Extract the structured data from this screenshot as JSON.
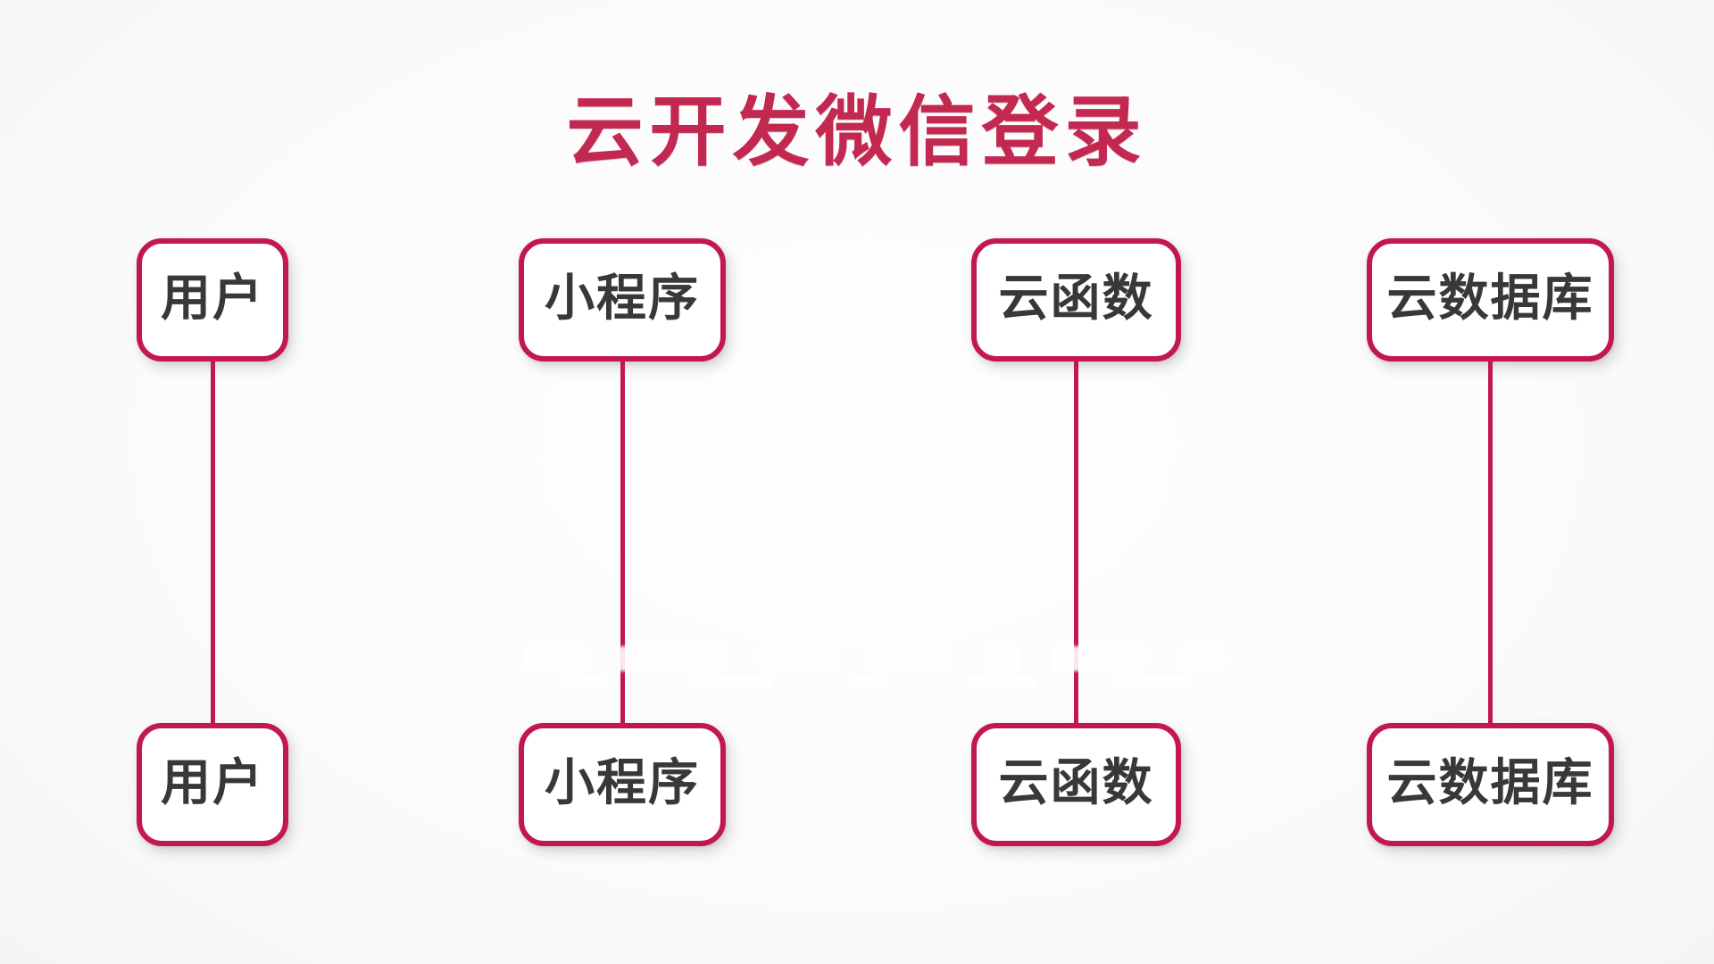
{
  "title": "云开发微信登录",
  "colors": {
    "accent": "#c2184e",
    "title_color": "#c22850",
    "label_color": "#383838"
  },
  "diagram": {
    "columns": [
      {
        "id": "user",
        "top_label": "用户",
        "bottom_label": "用户"
      },
      {
        "id": "miniprogram",
        "top_label": "小程序",
        "bottom_label": "小程序"
      },
      {
        "id": "cloud-function",
        "top_label": "云函数",
        "bottom_label": "云函数"
      },
      {
        "id": "cloud-database",
        "top_label": "云数据库",
        "bottom_label": "云数据库"
      }
    ]
  }
}
